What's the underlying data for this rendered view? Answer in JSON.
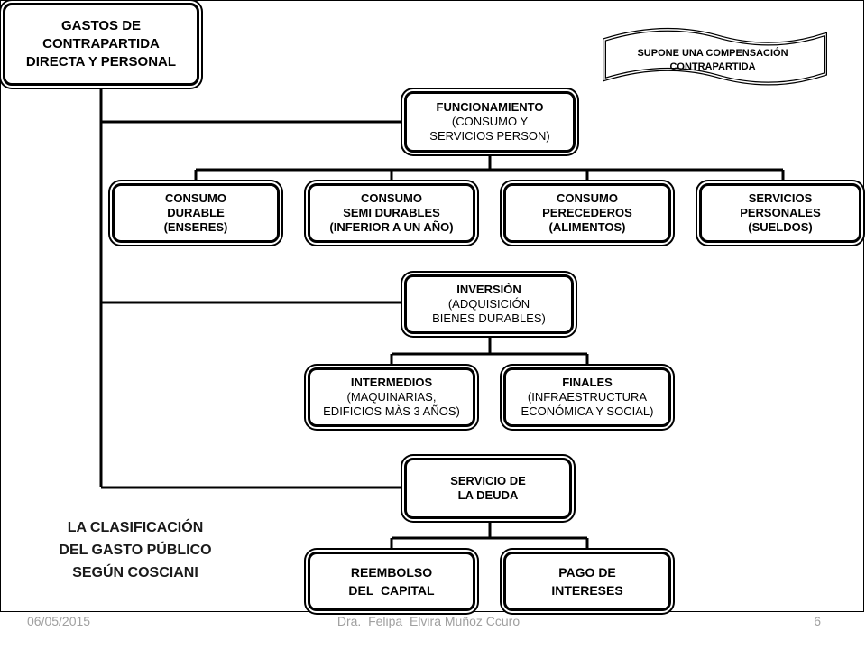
{
  "root": {
    "lines": [
      "GASTOS DE",
      "CONTRAPARTIDA",
      "DIRECTA Y PERSONAL"
    ]
  },
  "banner": {
    "lines": [
      "SUPONE UNA COMPENSACIÓN",
      "CONTRAPARTIDA"
    ]
  },
  "funcionamiento": {
    "title": "FUNCIONAMIENTO",
    "lines": [
      "(CONSUMO Y",
      "SERVICIOS PERSON)"
    ],
    "children": [
      {
        "lines": [
          "CONSUMO",
          "DURABLE",
          "(ENSERES)"
        ]
      },
      {
        "lines": [
          "CONSUMO",
          "SEMI DURABLES",
          "(INFERIOR A UN AÑO)"
        ]
      },
      {
        "lines": [
          "CONSUMO",
          "PERECEDEROS",
          "(ALIMENTOS)"
        ]
      },
      {
        "lines": [
          "SERVICIOS",
          "PERSONALES",
          "(SUELDOS)"
        ]
      }
    ]
  },
  "inversion": {
    "title": "INVERSIÒN",
    "lines": [
      "(ADQUISICIÓN",
      "BIENES DURABLES)"
    ],
    "children": [
      {
        "title": "INTERMEDIOS",
        "lines": [
          "(MAQUINARIAS,",
          "EDIFICIOS MÀS 3 AÑOS)"
        ]
      },
      {
        "title": "FINALES",
        "lines": [
          "(INFRAESTRUCTURA",
          "ECONÓMICA Y SOCIAL)"
        ]
      }
    ]
  },
  "deuda": {
    "lines": [
      "SERVICIO DE",
      "LA DEUDA"
    ],
    "children": [
      {
        "lines": [
          "REEMBOLSO",
          "DEL  CAPITAL"
        ]
      },
      {
        "lines": [
          "PAGO DE",
          "INTERESES"
        ]
      }
    ]
  },
  "caption": {
    "lines": [
      "LA CLASIFICACIÓN",
      "DEL GASTO PÚBLICO",
      "SEGÚN COSCIANI"
    ]
  },
  "footer": {
    "date": "06/05/2015",
    "author": "Dra.  Felipa  Elvira Muñoz Ccuro",
    "page": "6"
  }
}
